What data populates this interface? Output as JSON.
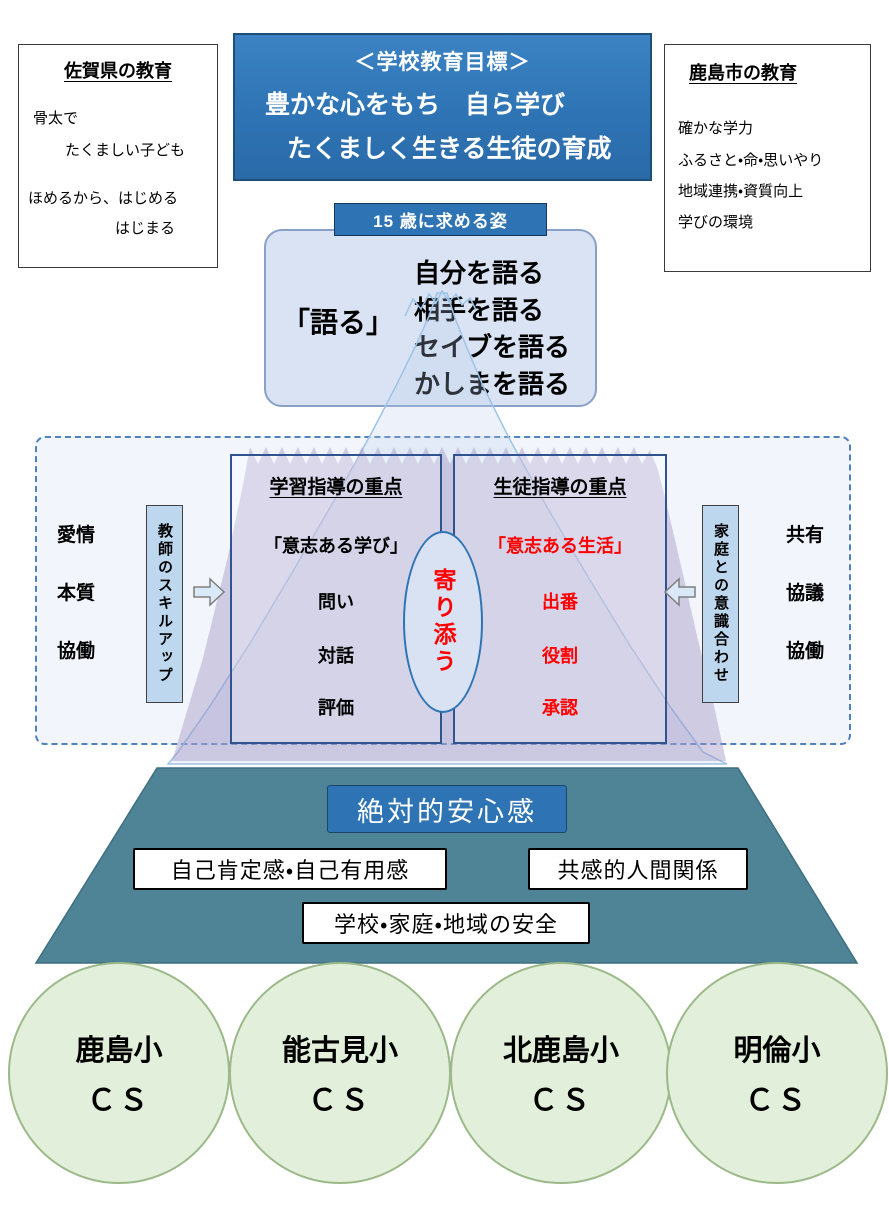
{
  "saga_box": {
    "title": "佐賀県の教育",
    "line1": "骨太で",
    "line2": "たくましい子ども",
    "line3": "ほめるから、はじめる",
    "line4": "はじまる"
  },
  "goal_box": {
    "title": "＜学校教育目標＞",
    "line1": "豊かな心をもち　自ら学び",
    "line2": "たくましく生きる生徒の育成"
  },
  "kashima_box": {
    "title": "鹿島市の教育",
    "lines": [
      "確かな学力",
      "ふるさと・命・思いやり",
      "地域連携・資質向上",
      "学びの環境"
    ]
  },
  "age15_label": "15 歳に求める姿",
  "kataru_box": {
    "label": "「語る」",
    "lines": [
      "自分を語る",
      "相手を語る",
      "セイブを語る",
      "かしまを語る"
    ]
  },
  "core": {
    "left_keywords": [
      "愛情",
      "本質",
      "協働"
    ],
    "teacher_skill": "教師のスキルアップ",
    "learning": {
      "title": "学習指導の重点",
      "subtitle": "「意志ある学び」",
      "items": [
        "問い",
        "対話",
        "評価"
      ]
    },
    "yorisou": "寄り添う",
    "student": {
      "title": "生徒指導の重点",
      "subtitle": "「意志ある生活」",
      "items": [
        "出番",
        "役割",
        "承認"
      ]
    },
    "family_align": "家庭との意識合わせ",
    "right_keywords": [
      "共有",
      "協議",
      "協働"
    ]
  },
  "foundation": {
    "security": "絶対的安心感",
    "self_esteem": "自己肯定感・自己有用感",
    "empathy": "共感的人間関係",
    "safety": "学校・家庭・地域の安全"
  },
  "schools": [
    {
      "name": "鹿島小",
      "cs": "ＣＳ"
    },
    {
      "name": "能古見小",
      "cs": "ＣＳ"
    },
    {
      "name": "北鹿島小",
      "cs": "ＣＳ"
    },
    {
      "name": "明倫小",
      "cs": "ＣＳ"
    }
  ],
  "colors": {
    "goal_blue": "#2e74b5",
    "panel_light_blue": "#dae3f3",
    "vertical_box_blue": "#bdd7ee",
    "base_teal": "#4e8496",
    "circle_green": "#e2efda",
    "accent_red": "#ff0000",
    "mountain_purple": "#9e8fc0"
  }
}
